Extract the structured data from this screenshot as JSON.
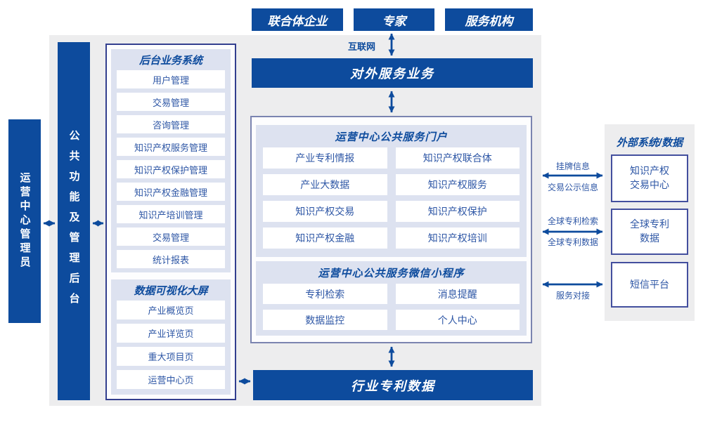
{
  "colors": {
    "primary_blue": "#0d4b9d",
    "panel_gray": "#ededee",
    "sub_panel_lavender": "#dde2f0",
    "item_text_blue": "#2d56a5",
    "outer_border_dark": "#333f8f",
    "portal_border": "#7b84b0"
  },
  "top_actors": {
    "consortium": "联合体企业",
    "expert": "专家",
    "service_org": "服务机构"
  },
  "network_label": "互联网",
  "external_service_bar": "对外服务业务",
  "admin_role": "运营中心管理员",
  "backend_bar": "公共功能及管理后台",
  "backend_system": {
    "title": "后台业务系统",
    "items": [
      "用户管理",
      "交易管理",
      "咨询管理",
      "知识产权服务管理",
      "知识产权保护管理",
      "知识产权金融管理",
      "知识产培训管理",
      "交易管理",
      "统计报表"
    ]
  },
  "dataviz": {
    "title": "数据可视化大屏",
    "items": [
      "产业概览页",
      "产业详览页",
      "重大项目页",
      "运营中心页"
    ]
  },
  "portal": {
    "title": "运营中心公共服务门户",
    "items": [
      "产业专利情报",
      "知识产权联合体",
      "产业大数据",
      "知识产权服务",
      "知识产权交易",
      "知识产权保护",
      "知识产权金融",
      "知识产权培训"
    ]
  },
  "miniprogram": {
    "title": "运营中心公共服务微信小程序",
    "items": [
      "专利检索",
      "消息提醒",
      "数据监控",
      "个人中心"
    ]
  },
  "industry_data_bar": "行业专利数据",
  "external_systems": {
    "title": "外部系统/数据",
    "boxes": [
      "知识产权\n交易中心",
      "全球专利\n数据",
      "短信平台"
    ],
    "links": [
      {
        "top": "挂牌信息",
        "bottom": "交易公示信息"
      },
      {
        "top": "全球专利检索",
        "bottom": "全球专利数据"
      },
      {
        "top": "",
        "bottom": "服务对接"
      }
    ]
  }
}
